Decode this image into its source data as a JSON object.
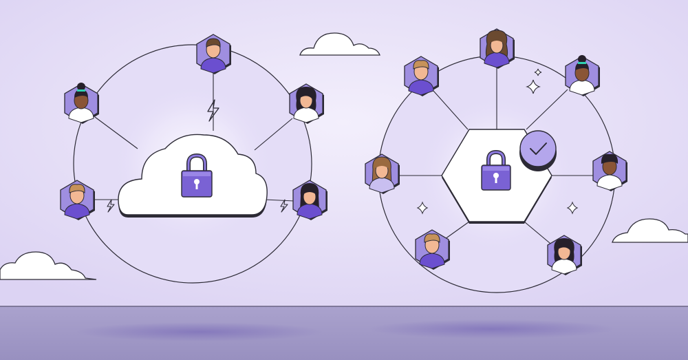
{
  "colors": {
    "sky": "#e6e0f6",
    "sky_center": "#f1edfb",
    "floor": "#a79fca",
    "floor_line": "#3f3a55",
    "outline": "#2c2a35",
    "ring_fill": "#e0d8f6",
    "inner_fill": "#ece6fb",
    "accent": "#7a62d4",
    "accent_dark": "#5a44b4",
    "avatar_bg": "#9f8ee0",
    "skin_light": "#f2b894",
    "skin_dark": "#8a5536",
    "hair_brown": "#6b4a30",
    "hair_black": "#26202a",
    "hair_blonde": "#c6925a",
    "shirt_white": "#ffffff",
    "shirt_purple": "#6b4fcf",
    "cloud": "#ffffff"
  },
  "scene": {
    "left_network": {
      "hub": "cloud",
      "hub_icon": "padlock-icon",
      "link_icon": "lightning-icon",
      "people": [
        "person-man-short-hair",
        "person-woman-bun",
        "person-woman-curly-hair",
        "person-man-brown-hair",
        "person-woman-long-hair"
      ]
    },
    "right_network": {
      "hub": "hexagon",
      "hub_icon": "padlock-icon",
      "status_icon": "check-badge-icon",
      "decor_icon": "sparkle-icon",
      "people": [
        "person-woman-wavy-hair",
        "person-man-brown-hair",
        "person-woman-bun",
        "person-woman-long-hair",
        "person-man-curly-hair",
        "person-man-short-hair",
        "person-woman-curly-hair"
      ]
    },
    "decorations": [
      "cloud-outline",
      "cloud-outline",
      "cloud-outline"
    ]
  }
}
